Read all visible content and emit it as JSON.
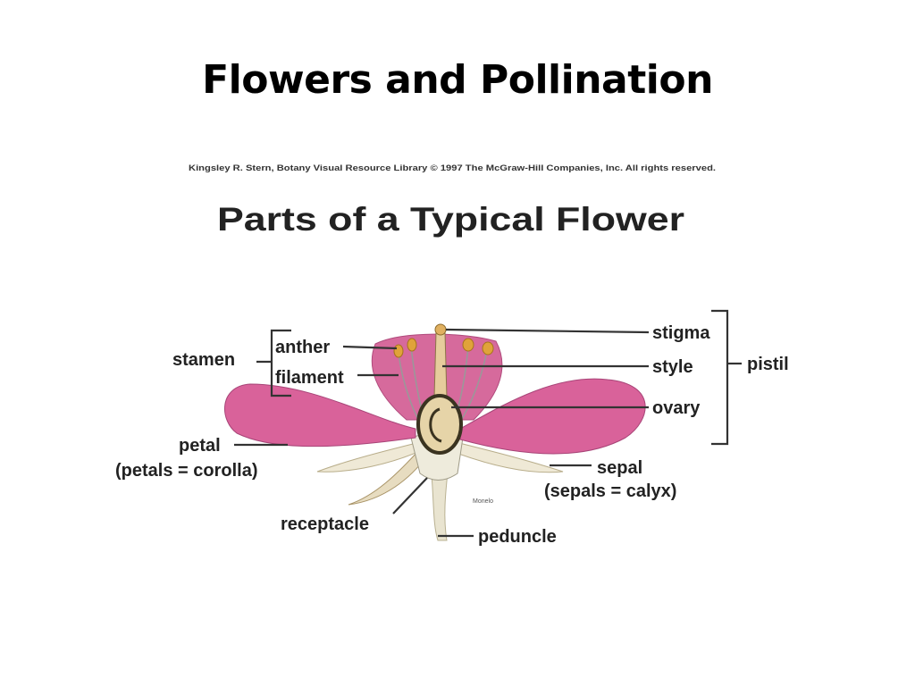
{
  "slide": {
    "title": "Flowers and Pollination"
  },
  "diagram": {
    "credit": "Kingsley R. Stern, Botany Visual Resource Library © 1997 The McGraw-Hill Companies, Inc. All rights reserved.",
    "heading": "Parts of a Typical Flower",
    "artist_signature": "Monelo",
    "labels": {
      "stamen": "stamen",
      "anther": "anther",
      "filament": "filament",
      "stigma": "stigma",
      "style": "style",
      "ovary": "ovary",
      "pistil": "pistil",
      "petal": "petal",
      "petal_note": "(petals = corolla)",
      "sepal": "sepal",
      "sepal_note": "(sepals = calyx)",
      "receptacle": "receptacle",
      "peduncle": "peduncle"
    },
    "colors": {
      "petal": "#d9629a",
      "sepal": "#ece6cf",
      "anther": "#e0a33a"
    }
  }
}
